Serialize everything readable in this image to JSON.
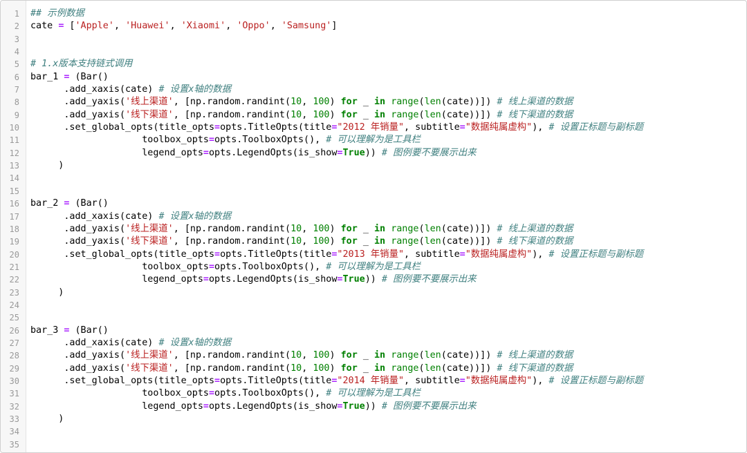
{
  "editor": {
    "colors": {
      "comment": "#408080",
      "string": "#ba2121",
      "keyword": "#008000",
      "builtin": "#008000",
      "number": "#008000",
      "operator": "#aa22ff",
      "plain": "#000000",
      "line_number": "#999999"
    },
    "lines": [
      {
        "n": "1",
        "tokens": [
          {
            "t": "## 示例数据",
            "k": "comment"
          }
        ]
      },
      {
        "n": "2",
        "tokens": [
          {
            "t": "cate ",
            "k": "plain"
          },
          {
            "t": "=",
            "k": "op"
          },
          {
            "t": " [",
            "k": "plain"
          },
          {
            "t": "'Apple'",
            "k": "string"
          },
          {
            "t": ", ",
            "k": "plain"
          },
          {
            "t": "'Huawei'",
            "k": "string"
          },
          {
            "t": ", ",
            "k": "plain"
          },
          {
            "t": "'Xiaomi'",
            "k": "string"
          },
          {
            "t": ", ",
            "k": "plain"
          },
          {
            "t": "'Oppo'",
            "k": "string"
          },
          {
            "t": ", ",
            "k": "plain"
          },
          {
            "t": "'Samsung'",
            "k": "string"
          },
          {
            "t": "]",
            "k": "plain"
          }
        ]
      },
      {
        "n": "3",
        "tokens": []
      },
      {
        "n": "4",
        "tokens": []
      },
      {
        "n": "5",
        "tokens": [
          {
            "t": "# 1.x版本支持链式调用",
            "k": "comment"
          }
        ]
      },
      {
        "n": "6",
        "tokens": [
          {
            "t": "bar_1 ",
            "k": "plain"
          },
          {
            "t": "=",
            "k": "op"
          },
          {
            "t": " (Bar()",
            "k": "plain"
          }
        ]
      },
      {
        "n": "7",
        "tokens": [
          {
            "t": "      .add_xaxis(cate) ",
            "k": "plain"
          },
          {
            "t": "# 设置x轴的数据",
            "k": "comment"
          }
        ]
      },
      {
        "n": "8",
        "tokens": [
          {
            "t": "      .add_yaxis(",
            "k": "plain"
          },
          {
            "t": "'线上渠道'",
            "k": "string"
          },
          {
            "t": ", [np.random.randint(",
            "k": "plain"
          },
          {
            "t": "10",
            "k": "number"
          },
          {
            "t": ", ",
            "k": "plain"
          },
          {
            "t": "100",
            "k": "number"
          },
          {
            "t": ") ",
            "k": "plain"
          },
          {
            "t": "for",
            "k": "keyword"
          },
          {
            "t": " _ ",
            "k": "plain"
          },
          {
            "t": "in",
            "k": "keyword"
          },
          {
            "t": " ",
            "k": "plain"
          },
          {
            "t": "range",
            "k": "builtin"
          },
          {
            "t": "(",
            "k": "plain"
          },
          {
            "t": "len",
            "k": "builtin"
          },
          {
            "t": "(cate))]) ",
            "k": "plain"
          },
          {
            "t": "# 线上渠道的数据",
            "k": "comment"
          }
        ]
      },
      {
        "n": "9",
        "tokens": [
          {
            "t": "      .add_yaxis(",
            "k": "plain"
          },
          {
            "t": "'线下渠道'",
            "k": "string"
          },
          {
            "t": ", [np.random.randint(",
            "k": "plain"
          },
          {
            "t": "10",
            "k": "number"
          },
          {
            "t": ", ",
            "k": "plain"
          },
          {
            "t": "100",
            "k": "number"
          },
          {
            "t": ") ",
            "k": "plain"
          },
          {
            "t": "for",
            "k": "keyword"
          },
          {
            "t": " _ ",
            "k": "plain"
          },
          {
            "t": "in",
            "k": "keyword"
          },
          {
            "t": " ",
            "k": "plain"
          },
          {
            "t": "range",
            "k": "builtin"
          },
          {
            "t": "(",
            "k": "plain"
          },
          {
            "t": "len",
            "k": "builtin"
          },
          {
            "t": "(cate))]) ",
            "k": "plain"
          },
          {
            "t": "# 线下渠道的数据",
            "k": "comment"
          }
        ]
      },
      {
        "n": "10",
        "tokens": [
          {
            "t": "      .set_global_opts(title_opts",
            "k": "plain"
          },
          {
            "t": "=",
            "k": "op"
          },
          {
            "t": "opts.TitleOpts(title",
            "k": "plain"
          },
          {
            "t": "=",
            "k": "op"
          },
          {
            "t": "\"2012 年销量\"",
            "k": "string"
          },
          {
            "t": ", subtitle",
            "k": "plain"
          },
          {
            "t": "=",
            "k": "op"
          },
          {
            "t": "\"数据纯属虚构\"",
            "k": "string"
          },
          {
            "t": "), ",
            "k": "plain"
          },
          {
            "t": "# 设置正标题与副标题",
            "k": "comment"
          }
        ]
      },
      {
        "n": "11",
        "tokens": [
          {
            "t": "                    toolbox_opts",
            "k": "plain"
          },
          {
            "t": "=",
            "k": "op"
          },
          {
            "t": "opts.ToolboxOpts(), ",
            "k": "plain"
          },
          {
            "t": "# 可以理解为是工具栏",
            "k": "comment"
          }
        ]
      },
      {
        "n": "12",
        "tokens": [
          {
            "t": "                    legend_opts",
            "k": "plain"
          },
          {
            "t": "=",
            "k": "op"
          },
          {
            "t": "opts.LegendOpts(is_show",
            "k": "plain"
          },
          {
            "t": "=",
            "k": "op"
          },
          {
            "t": "True",
            "k": "keyword"
          },
          {
            "t": ")) ",
            "k": "plain"
          },
          {
            "t": "# 图例要不要展示出来",
            "k": "comment"
          }
        ]
      },
      {
        "n": "13",
        "tokens": [
          {
            "t": "     )",
            "k": "plain"
          }
        ]
      },
      {
        "n": "14",
        "tokens": []
      },
      {
        "n": "15",
        "tokens": []
      },
      {
        "n": "16",
        "tokens": [
          {
            "t": "bar_2 ",
            "k": "plain"
          },
          {
            "t": "=",
            "k": "op"
          },
          {
            "t": " (Bar()",
            "k": "plain"
          }
        ]
      },
      {
        "n": "17",
        "tokens": [
          {
            "t": "      .add_xaxis(cate) ",
            "k": "plain"
          },
          {
            "t": "# 设置x轴的数据",
            "k": "comment"
          }
        ]
      },
      {
        "n": "18",
        "tokens": [
          {
            "t": "      .add_yaxis(",
            "k": "plain"
          },
          {
            "t": "'线上渠道'",
            "k": "string"
          },
          {
            "t": ", [np.random.randint(",
            "k": "plain"
          },
          {
            "t": "10",
            "k": "number"
          },
          {
            "t": ", ",
            "k": "plain"
          },
          {
            "t": "100",
            "k": "number"
          },
          {
            "t": ") ",
            "k": "plain"
          },
          {
            "t": "for",
            "k": "keyword"
          },
          {
            "t": " _ ",
            "k": "plain"
          },
          {
            "t": "in",
            "k": "keyword"
          },
          {
            "t": " ",
            "k": "plain"
          },
          {
            "t": "range",
            "k": "builtin"
          },
          {
            "t": "(",
            "k": "plain"
          },
          {
            "t": "len",
            "k": "builtin"
          },
          {
            "t": "(cate))]) ",
            "k": "plain"
          },
          {
            "t": "# 线上渠道的数据",
            "k": "comment"
          }
        ]
      },
      {
        "n": "19",
        "tokens": [
          {
            "t": "      .add_yaxis(",
            "k": "plain"
          },
          {
            "t": "'线下渠道'",
            "k": "string"
          },
          {
            "t": ", [np.random.randint(",
            "k": "plain"
          },
          {
            "t": "10",
            "k": "number"
          },
          {
            "t": ", ",
            "k": "plain"
          },
          {
            "t": "100",
            "k": "number"
          },
          {
            "t": ") ",
            "k": "plain"
          },
          {
            "t": "for",
            "k": "keyword"
          },
          {
            "t": " _ ",
            "k": "plain"
          },
          {
            "t": "in",
            "k": "keyword"
          },
          {
            "t": " ",
            "k": "plain"
          },
          {
            "t": "range",
            "k": "builtin"
          },
          {
            "t": "(",
            "k": "plain"
          },
          {
            "t": "len",
            "k": "builtin"
          },
          {
            "t": "(cate))]) ",
            "k": "plain"
          },
          {
            "t": "# 线下渠道的数据",
            "k": "comment"
          }
        ]
      },
      {
        "n": "20",
        "tokens": [
          {
            "t": "      .set_global_opts(title_opts",
            "k": "plain"
          },
          {
            "t": "=",
            "k": "op"
          },
          {
            "t": "opts.TitleOpts(title",
            "k": "plain"
          },
          {
            "t": "=",
            "k": "op"
          },
          {
            "t": "\"2013 年销量\"",
            "k": "string"
          },
          {
            "t": ", subtitle",
            "k": "plain"
          },
          {
            "t": "=",
            "k": "op"
          },
          {
            "t": "\"数据纯属虚构\"",
            "k": "string"
          },
          {
            "t": "), ",
            "k": "plain"
          },
          {
            "t": "# 设置正标题与副标题",
            "k": "comment"
          }
        ]
      },
      {
        "n": "21",
        "tokens": [
          {
            "t": "                    toolbox_opts",
            "k": "plain"
          },
          {
            "t": "=",
            "k": "op"
          },
          {
            "t": "opts.ToolboxOpts(), ",
            "k": "plain"
          },
          {
            "t": "# 可以理解为是工具栏",
            "k": "comment"
          }
        ]
      },
      {
        "n": "22",
        "tokens": [
          {
            "t": "                    legend_opts",
            "k": "plain"
          },
          {
            "t": "=",
            "k": "op"
          },
          {
            "t": "opts.LegendOpts(is_show",
            "k": "plain"
          },
          {
            "t": "=",
            "k": "op"
          },
          {
            "t": "True",
            "k": "keyword"
          },
          {
            "t": ")) ",
            "k": "plain"
          },
          {
            "t": "# 图例要不要展示出来",
            "k": "comment"
          }
        ]
      },
      {
        "n": "23",
        "tokens": [
          {
            "t": "     )",
            "k": "plain"
          }
        ]
      },
      {
        "n": "24",
        "tokens": []
      },
      {
        "n": "25",
        "tokens": []
      },
      {
        "n": "26",
        "tokens": [
          {
            "t": "bar_3 ",
            "k": "plain"
          },
          {
            "t": "=",
            "k": "op"
          },
          {
            "t": " (Bar()",
            "k": "plain"
          }
        ]
      },
      {
        "n": "27",
        "tokens": [
          {
            "t": "      .add_xaxis(cate) ",
            "k": "plain"
          },
          {
            "t": "# 设置x轴的数据",
            "k": "comment"
          }
        ]
      },
      {
        "n": "28",
        "tokens": [
          {
            "t": "      .add_yaxis(",
            "k": "plain"
          },
          {
            "t": "'线上渠道'",
            "k": "string"
          },
          {
            "t": ", [np.random.randint(",
            "k": "plain"
          },
          {
            "t": "10",
            "k": "number"
          },
          {
            "t": ", ",
            "k": "plain"
          },
          {
            "t": "100",
            "k": "number"
          },
          {
            "t": ") ",
            "k": "plain"
          },
          {
            "t": "for",
            "k": "keyword"
          },
          {
            "t": " _ ",
            "k": "plain"
          },
          {
            "t": "in",
            "k": "keyword"
          },
          {
            "t": " ",
            "k": "plain"
          },
          {
            "t": "range",
            "k": "builtin"
          },
          {
            "t": "(",
            "k": "plain"
          },
          {
            "t": "len",
            "k": "builtin"
          },
          {
            "t": "(cate))]) ",
            "k": "plain"
          },
          {
            "t": "# 线上渠道的数据",
            "k": "comment"
          }
        ]
      },
      {
        "n": "29",
        "tokens": [
          {
            "t": "      .add_yaxis(",
            "k": "plain"
          },
          {
            "t": "'线下渠道'",
            "k": "string"
          },
          {
            "t": ", [np.random.randint(",
            "k": "plain"
          },
          {
            "t": "10",
            "k": "number"
          },
          {
            "t": ", ",
            "k": "plain"
          },
          {
            "t": "100",
            "k": "number"
          },
          {
            "t": ") ",
            "k": "plain"
          },
          {
            "t": "for",
            "k": "keyword"
          },
          {
            "t": " _ ",
            "k": "plain"
          },
          {
            "t": "in",
            "k": "keyword"
          },
          {
            "t": " ",
            "k": "plain"
          },
          {
            "t": "range",
            "k": "builtin"
          },
          {
            "t": "(",
            "k": "plain"
          },
          {
            "t": "len",
            "k": "builtin"
          },
          {
            "t": "(cate))]) ",
            "k": "plain"
          },
          {
            "t": "# 线下渠道的数据",
            "k": "comment"
          }
        ]
      },
      {
        "n": "30",
        "tokens": [
          {
            "t": "      .set_global_opts(title_opts",
            "k": "plain"
          },
          {
            "t": "=",
            "k": "op"
          },
          {
            "t": "opts.TitleOpts(title",
            "k": "plain"
          },
          {
            "t": "=",
            "k": "op"
          },
          {
            "t": "\"2014 年销量\"",
            "k": "string"
          },
          {
            "t": ", subtitle",
            "k": "plain"
          },
          {
            "t": "=",
            "k": "op"
          },
          {
            "t": "\"数据纯属虚构\"",
            "k": "string"
          },
          {
            "t": "), ",
            "k": "plain"
          },
          {
            "t": "# 设置正标题与副标题",
            "k": "comment"
          }
        ]
      },
      {
        "n": "31",
        "tokens": [
          {
            "t": "                    toolbox_opts",
            "k": "plain"
          },
          {
            "t": "=",
            "k": "op"
          },
          {
            "t": "opts.ToolboxOpts(), ",
            "k": "plain"
          },
          {
            "t": "# 可以理解为是工具栏",
            "k": "comment"
          }
        ]
      },
      {
        "n": "32",
        "tokens": [
          {
            "t": "                    legend_opts",
            "k": "plain"
          },
          {
            "t": "=",
            "k": "op"
          },
          {
            "t": "opts.LegendOpts(is_show",
            "k": "plain"
          },
          {
            "t": "=",
            "k": "op"
          },
          {
            "t": "True",
            "k": "keyword"
          },
          {
            "t": ")) ",
            "k": "plain"
          },
          {
            "t": "# 图例要不要展示出来",
            "k": "comment"
          }
        ]
      },
      {
        "n": "33",
        "tokens": [
          {
            "t": "     )",
            "k": "plain"
          }
        ]
      },
      {
        "n": "34",
        "tokens": []
      },
      {
        "n": "35",
        "tokens": []
      }
    ]
  }
}
